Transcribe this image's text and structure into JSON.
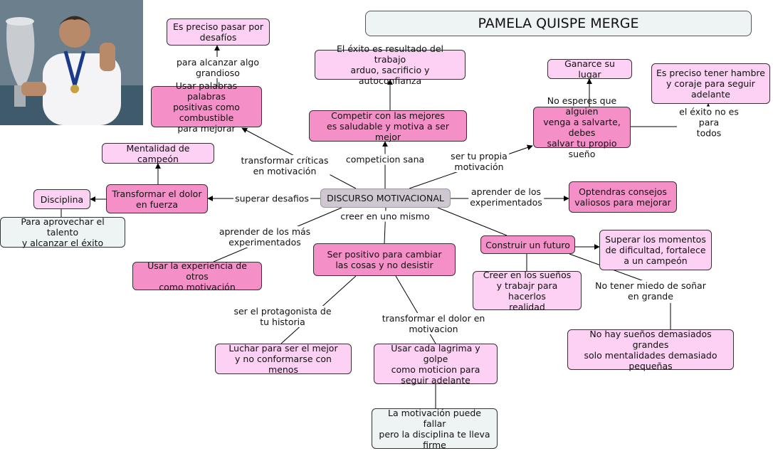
{
  "title": "PAMELA QUISPE MERGE",
  "center": "DISCURSO MOTIVACIONAL",
  "photo_icon": "athlete-with-trophy-photo",
  "nodes": {
    "pasar_desafios": "Es preciso pasar por\ndesafíos",
    "palabras": "Usar palabras palabras\npositivas como combustible\npara mejorar",
    "exito_trabajo": "El éxito es resultado del trabajo\narduo, sacrificio y autoconfianza",
    "competir": "Competir con las mejores\nes saludable y motiva a ser mejor",
    "ganarce": "Ganarce su lugar",
    "hambre": "Es preciso tener hambre\ny coraje para seguir\nadelante",
    "no_esperes": "No esperes que alguien\nvenga a salvarte, debes\nsalvar tu propio sueño",
    "mentalidad": "Mentalidad de campeón",
    "transformar_dolor": "Transformar el dolor\nen fuerza",
    "disciplina": "Disciplina",
    "aprovechar": "Para aprovechar el talento\ny alcanzar el éxito",
    "consejos": "Optendras consejos\nvaliosos para mejorar",
    "experiencia": "Usar la experiencia de otros\ncomo motivación",
    "positivo": "Ser positivo para cambiar\nlas cosas y no desistir",
    "construir": "Construir un futuro",
    "superar": "Superar los momentos\nde dificultad, fortalece\na un campeón",
    "creer_suenos": "Creer en los sueños\ny trabajr para hacerlos\nrealidad",
    "no_suenos": "No hay sueños demasiados grandes\nsolo mentalidades demasiado\npequeñas",
    "luchar": "Luchar para ser el mejor\ny no conformarse con menos",
    "lagrima": "Usar cada lagrima y golpe\ncomo moticion para\nseguir adelante",
    "falla": "La motivación puede fallar\npero la disciplina te lleva\nfirme"
  },
  "labels": {
    "alcanzar": "para alcanzar algo\ngrandioso",
    "criticas": "transformar críticas\nen motivación",
    "competicion": "competicion sana",
    "propia": "ser tu propia\nmotivación",
    "exito_todos": "el éxito no es para\ntodos",
    "superar_desafios": "superar desafios",
    "aprender_exp": "aprender de los\nexperimentados",
    "creer_mismo": "creer en uno mismo",
    "aprender_mas": "aprender de los más\nexperimentados",
    "miedo": "No tener miedo de soñar\nen grande",
    "protagonista": "ser el protagonista de\ntu historia",
    "dolor_motivacion": "transformar el dolor en\nmotivacion"
  }
}
